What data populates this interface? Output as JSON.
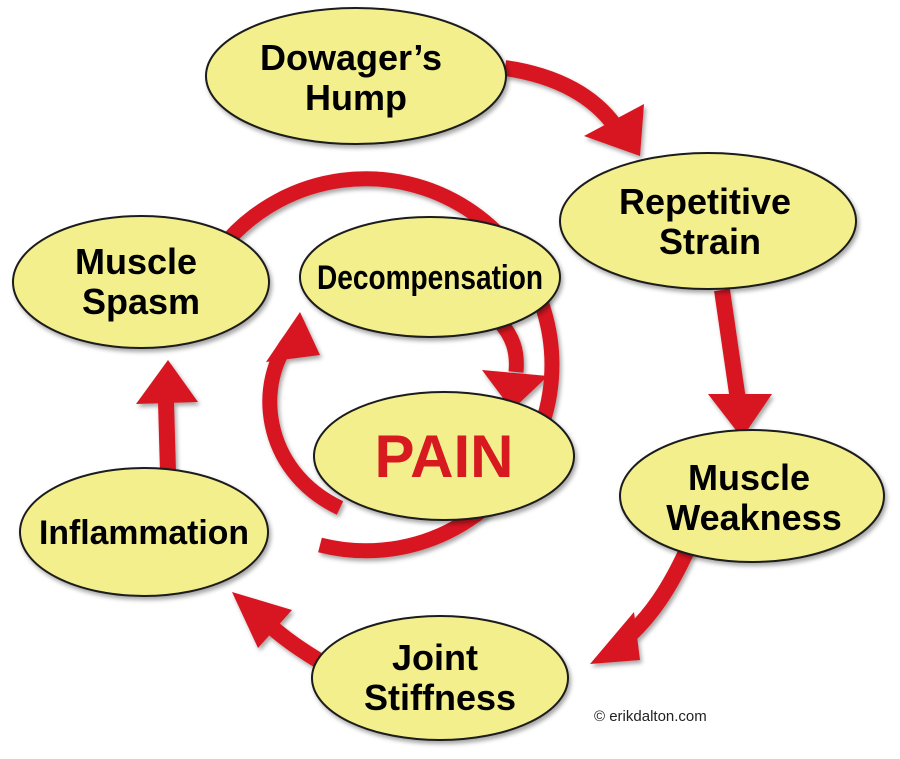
{
  "colors": {
    "ellipse_fill": "#f3ef8c",
    "ellipse_stroke": "#1a1a1a",
    "arrow": "#d71920",
    "pain_text": "#d71920",
    "node_text": "#000000"
  },
  "nodes": {
    "dowagers_hump": {
      "line1": "Dowager’s",
      "line2": "Hump"
    },
    "repetitive_strain": {
      "line1": "Repetitive",
      "line2": "Strain"
    },
    "muscle_weakness": {
      "line1": "Muscle",
      "line2": "Weakness"
    },
    "joint_stiffness": {
      "line1": "Joint",
      "line2": "Stiffness"
    },
    "inflammation": {
      "line1": "Inflammation"
    },
    "muscle_spasm": {
      "line1": "Muscle",
      "line2": "Spasm"
    },
    "decompensation": {
      "line1": "Decompensation"
    },
    "pain": {
      "line1": "PAIN"
    }
  },
  "copyright": "© erikdalton.com"
}
